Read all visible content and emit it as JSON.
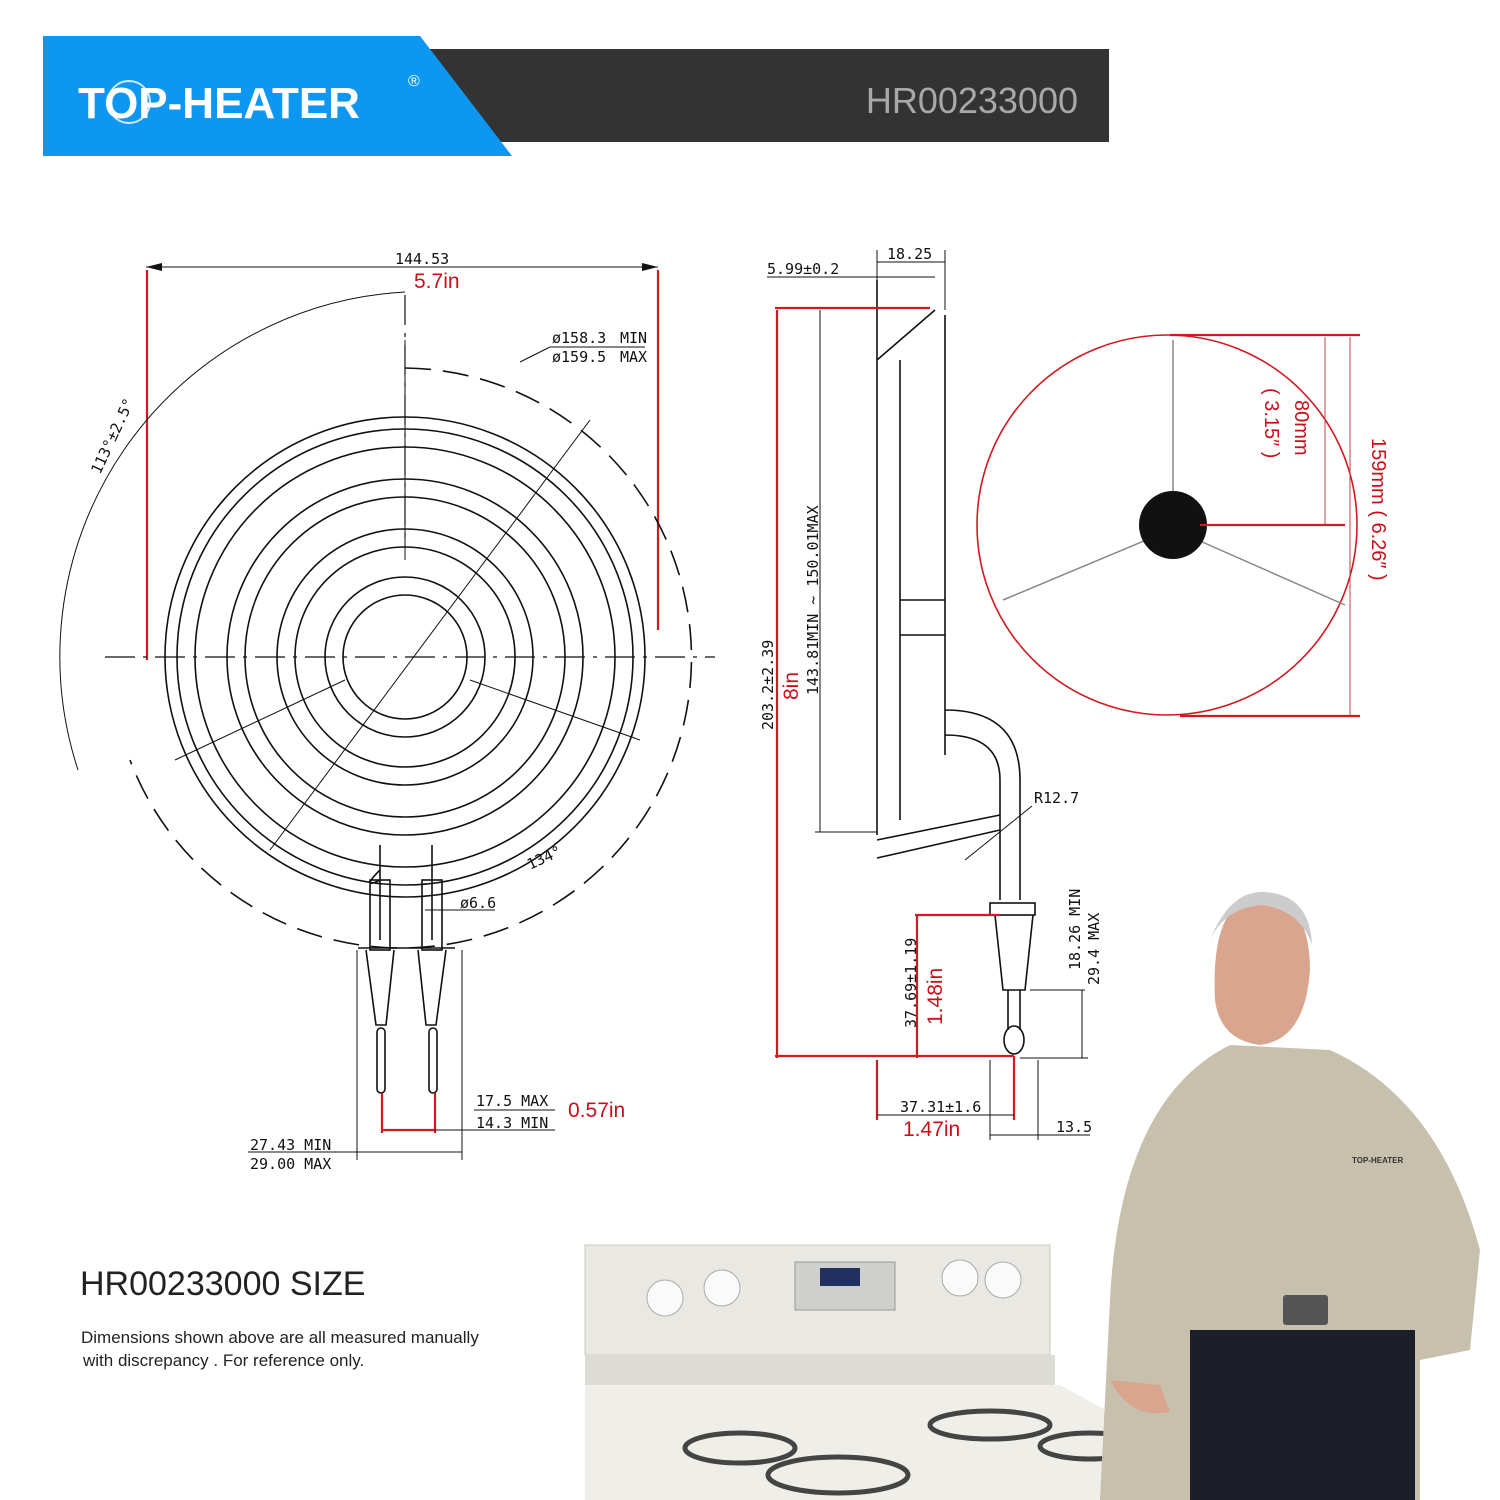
{
  "header": {
    "brand": "TOP-HEATER",
    "registered": "®",
    "model": "HR00233000",
    "colors": {
      "brand_blue": "#0e97f0",
      "bar_dark": "#333333",
      "model_text": "#a8a8a8"
    }
  },
  "front_view": {
    "width_mm": "144.53",
    "width_in": "5.7in",
    "dia_min": "ø158.3",
    "dia_min_label": "MIN",
    "dia_max": "ø159.5",
    "dia_max_label": "MAX",
    "angle_outer": "113°±2.5°",
    "angle_inner": "134°",
    "wire_dia": "ø6.6",
    "pin_gap_max": "17.5  MAX",
    "pin_gap_min": "14.3  MIN",
    "pin_gap_in": "0.57in",
    "terminal_min": "27.43  MIN",
    "terminal_max": "29.00  MAX"
  },
  "side_view": {
    "offset": "5.99±0.2",
    "thickness": "18.25",
    "total_length": "203.2±2.39",
    "total_length_in": "8in",
    "coil_range": "143.81MIN  ~  150.01MAX",
    "radius": "R12.7",
    "term_len_min": "18.26  MIN",
    "term_len_max": "29.4  MAX",
    "term_height": "37.69±1.19",
    "term_height_in": "1.48in",
    "term_offset": "37.31±1.6",
    "term_offset_in": "1.47in",
    "term_width": "13.5"
  },
  "top_circle": {
    "radius_mm": "80mm",
    "radius_in": "( 3.15″ )",
    "diameter": "159mm ( 6.26″ )"
  },
  "footer": {
    "title": "HR00233000    SIZE",
    "note_line1": "Dimensions shown above are all measured  manually",
    "note_line2": "with discrepancy .  For reference only."
  },
  "photo": {
    "shirt_logo": "TOP-HEATER"
  }
}
